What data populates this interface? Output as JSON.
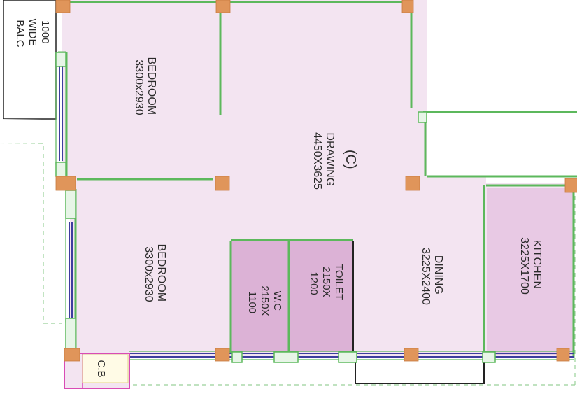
{
  "colors": {
    "room_fill": "#f3e4f1",
    "toilet_fill": "#dcb2d6",
    "wall_green": "#5cb85c",
    "window_blue": "#3d3d9e",
    "column": "#e0955a",
    "cb_pink": "#d94bb5",
    "outline_dark": "#222222"
  },
  "rooms": {
    "balcony": {
      "lines": [
        "1000",
        "WIDE",
        "BALC"
      ]
    },
    "bedroom_top": {
      "lines": [
        "BEDROOM",
        "3300x2930"
      ]
    },
    "drawing": {
      "lines": [
        "(C)",
        "DRAWING",
        "4450X3625"
      ]
    },
    "bedroom_bottom": {
      "lines": [
        "BEDROOM",
        "3300x2930"
      ]
    },
    "wc": {
      "lines": [
        "W.C",
        "2150X",
        "1100"
      ]
    },
    "toilet": {
      "lines": [
        "TOILET",
        "2150X",
        "1200"
      ]
    },
    "dining": {
      "lines": [
        "DINING",
        "3225X2400"
      ]
    },
    "kitchen": {
      "lines": [
        "KITCHEN",
        "3225X1700"
      ]
    },
    "cb": {
      "lines": [
        "C.B"
      ]
    }
  }
}
